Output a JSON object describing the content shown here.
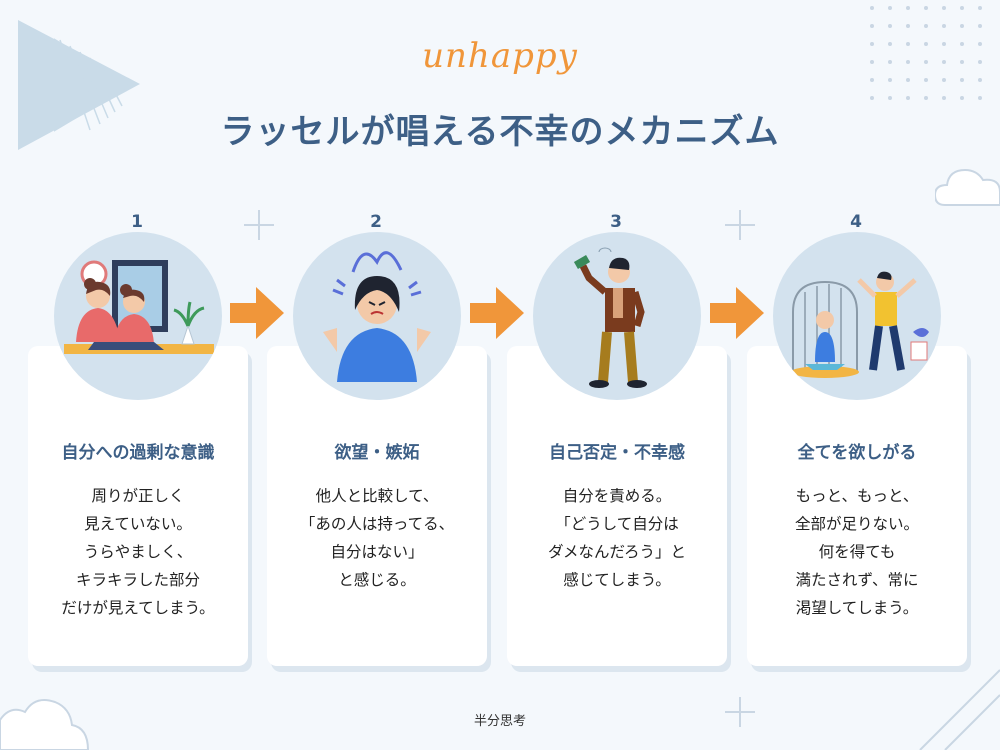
{
  "header": {
    "subtitle": "unhappy",
    "title": "ラッセルが唱える不幸のメカニズム"
  },
  "steps": [
    {
      "number": "1",
      "title": "自分への過剰な意識",
      "lines": [
        "周りが正しく",
        "見えていない。",
        "うらやましく、",
        "キラキラした部分",
        "だけが見えてしまう。"
      ]
    },
    {
      "number": "2",
      "title": "欲望・嫉妬",
      "lines": [
        "他人と比較して、",
        "「あの人は持ってる、",
        "自分はない」",
        "と感じる。"
      ]
    },
    {
      "number": "3",
      "title": "自己否定・不幸感",
      "lines": [
        "自分を責める。",
        "「どうして自分は",
        "ダメなんだろう」と",
        "感じてしまう。"
      ]
    },
    {
      "number": "4",
      "title": "全てを欲しがる",
      "lines": [
        "もっと、もっと、",
        "全部が足りない。",
        "何を得ても",
        "満たされず、常に",
        "渇望してしまう。"
      ]
    }
  ],
  "footer": {
    "text": "半分思考"
  },
  "colors": {
    "background": "#f4f8fc",
    "title": "#3d5f86",
    "accent": "#f0963a",
    "circle": "#d3e2ee",
    "card": "#ffffff"
  },
  "icons": [
    "triangle-decoration",
    "dot-grid-decoration",
    "cloud-decoration",
    "plus-decoration",
    "right-arrow-icon"
  ]
}
